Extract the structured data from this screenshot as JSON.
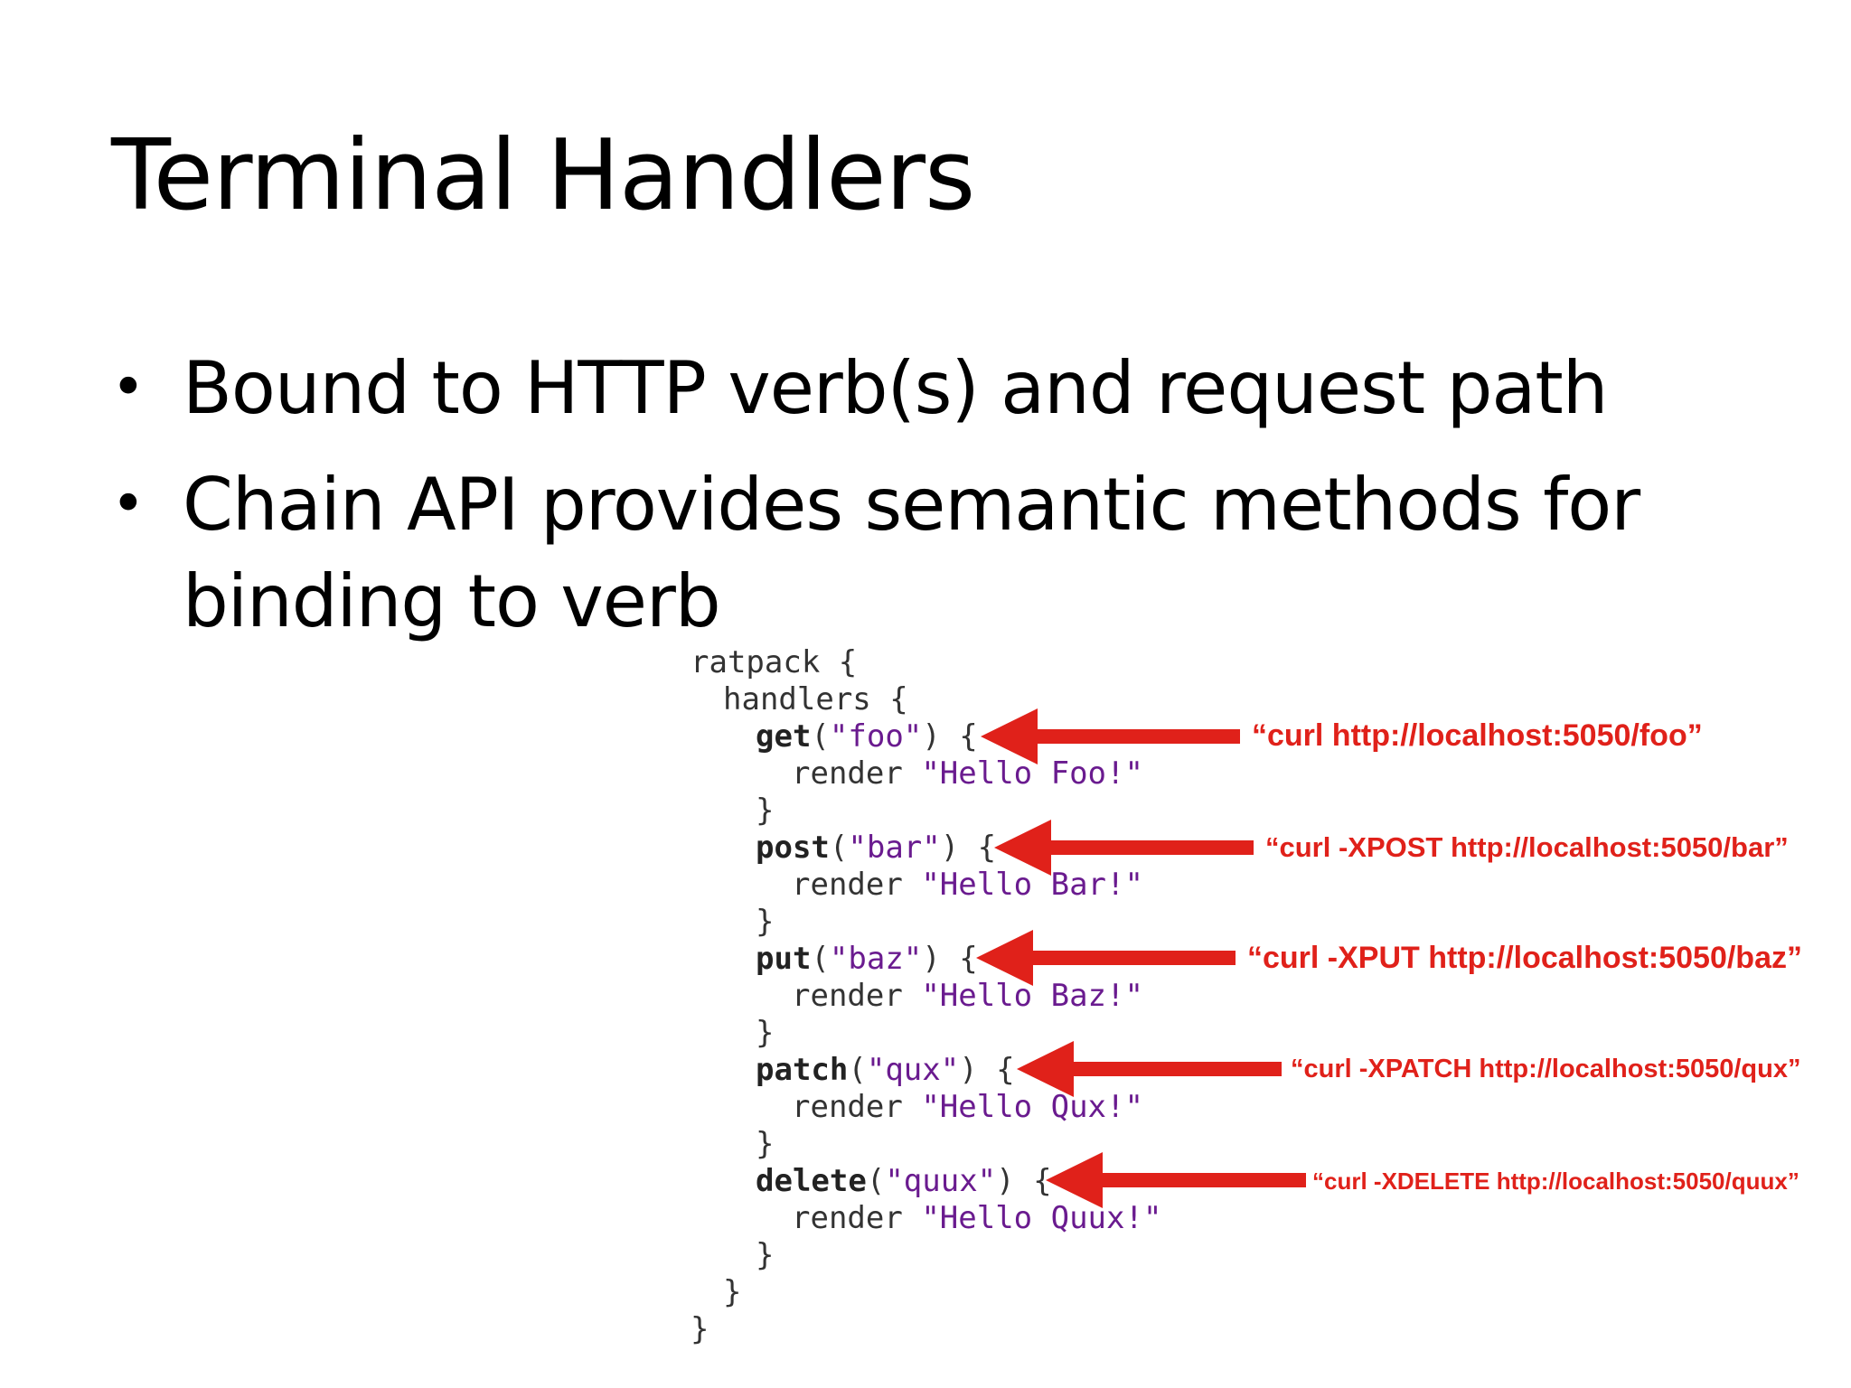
{
  "slide": {
    "title": "Terminal Handlers",
    "bullets": [
      {
        "text": "Bound to HTTP verb(s) and request path"
      },
      {
        "text": "Chain API provides semantic methods for",
        "text2": "binding to verb"
      }
    ],
    "bullet_symbol": "•"
  },
  "code": {
    "line_ratpack": "ratpack {",
    "line_handlers": "handlers {",
    "blocks": [
      {
        "method": "get",
        "path": "\"foo\"",
        "render_kw": "render",
        "render_str": "\"Hello Foo!\""
      },
      {
        "method": "post",
        "path": "\"bar\"",
        "render_kw": "render",
        "render_str": "\"Hello Bar!\""
      },
      {
        "method": "put",
        "path": "\"baz\"",
        "render_kw": "render",
        "render_str": "\"Hello Baz!\""
      },
      {
        "method": "patch",
        "path": "\"qux\"",
        "render_kw": "render",
        "render_str": "\"Hello Qux!\""
      },
      {
        "method": "delete",
        "path": "\"quux\"",
        "render_kw": "render",
        "render_str": "\"Hello Quux!\""
      }
    ],
    "open_paren": "(",
    "close_open": ") {",
    "close_brace": "}"
  },
  "annotations": [
    "“curl http://localhost:5050/foo”",
    "“curl -XPOST http://localhost:5050/bar”",
    "“curl -XPUT http://localhost:5050/baz”",
    "“curl -XPATCH http://localhost:5050/qux”",
    "“curl -XDELETE http://localhost:5050/quux”"
  ],
  "colors": {
    "arrow": "#e0211a",
    "string": "#6a1b8f",
    "text": "#000000"
  }
}
